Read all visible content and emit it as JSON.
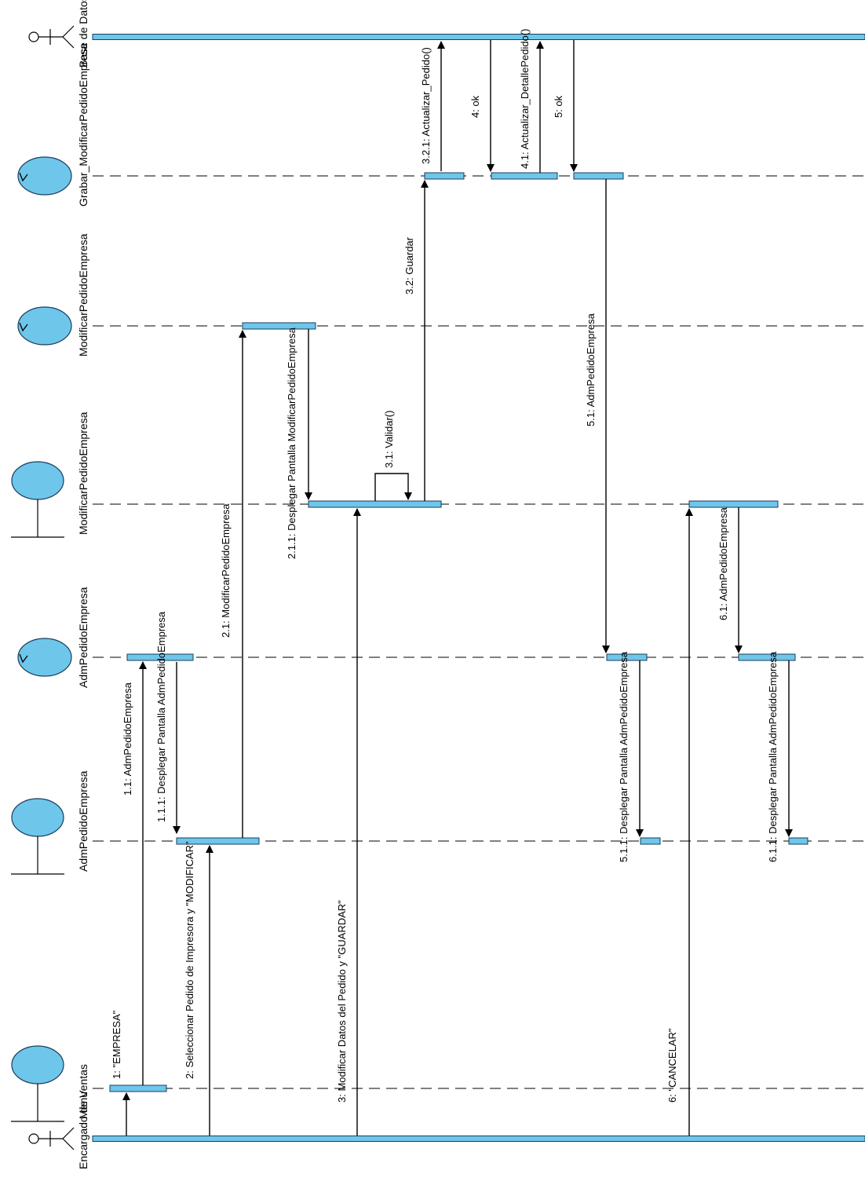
{
  "lifelines": [
    {
      "id": "base",
      "name": "Base de Datos",
      "kind": "actor"
    },
    {
      "id": "grabar",
      "name": "Grabar_ModificarPedidoEmpresa",
      "kind": "control"
    },
    {
      "id": "modctrl",
      "name": "ModificarPedidoEmpresa",
      "kind": "control"
    },
    {
      "id": "modbnd",
      "name": "ModificarPedidoEmpresa",
      "kind": "boundary"
    },
    {
      "id": "admctrl",
      "name": "AdmPedidoEmpresa",
      "kind": "control"
    },
    {
      "id": "admbnd",
      "name": "AdmPedidoEmpresa",
      "kind": "boundary"
    },
    {
      "id": "menu",
      "name": "Menu",
      "kind": "boundary"
    },
    {
      "id": "encargado",
      "name": "Encargado de Ventas",
      "kind": "actor"
    }
  ],
  "messages": [
    {
      "id": "m1",
      "label": "1: \"EMPRESA\""
    },
    {
      "id": "m1_1",
      "label": "1.1: AdmPedidoEmpresa"
    },
    {
      "id": "m1_1_1",
      "label": "1.1.1: Desplegar Pantalla AdmPedidoEmpresa"
    },
    {
      "id": "m2",
      "label": "2: Seleccionar Pedido de Impresora y \"MODIFICAR\""
    },
    {
      "id": "m2_1",
      "label": "2.1: ModificarPedidoEmpresa"
    },
    {
      "id": "m2_1_1",
      "label": "2.1.1: Desplegar Pantalla ModificarPedidoEmpresa"
    },
    {
      "id": "m3",
      "label": "3: Modificar Datos del Pedido y \"GUARDAR\""
    },
    {
      "id": "m3_1",
      "label": "3.1: Validar()"
    },
    {
      "id": "m3_2",
      "label": "3.2: Guardar"
    },
    {
      "id": "m3_2_1",
      "label": "3.2.1: Actualizar_Pedido()"
    },
    {
      "id": "m4",
      "label": "4: ok"
    },
    {
      "id": "m4_1",
      "label": "4.1: Actualizar_DetallePedido()"
    },
    {
      "id": "m5",
      "label": "5: ok"
    },
    {
      "id": "m5_1",
      "label": "5.1: AdmPedidoEmpresa"
    },
    {
      "id": "m5_1_1",
      "label": "5.1.1: Desplegar Pantalla AdmPedidoEmpresa"
    },
    {
      "id": "m6",
      "label": "6: \"CANCELAR\""
    },
    {
      "id": "m6_1",
      "label": "6.1: AdmPedidoEmpresa"
    },
    {
      "id": "m6_1_1",
      "label": "6.1.1: Desplegar Pantalla AdmPedidoEmpresa"
    }
  ],
  "colors": {
    "fill": "#6ec6ea",
    "stroke": "#1a3d5c",
    "line": "#000000"
  }
}
